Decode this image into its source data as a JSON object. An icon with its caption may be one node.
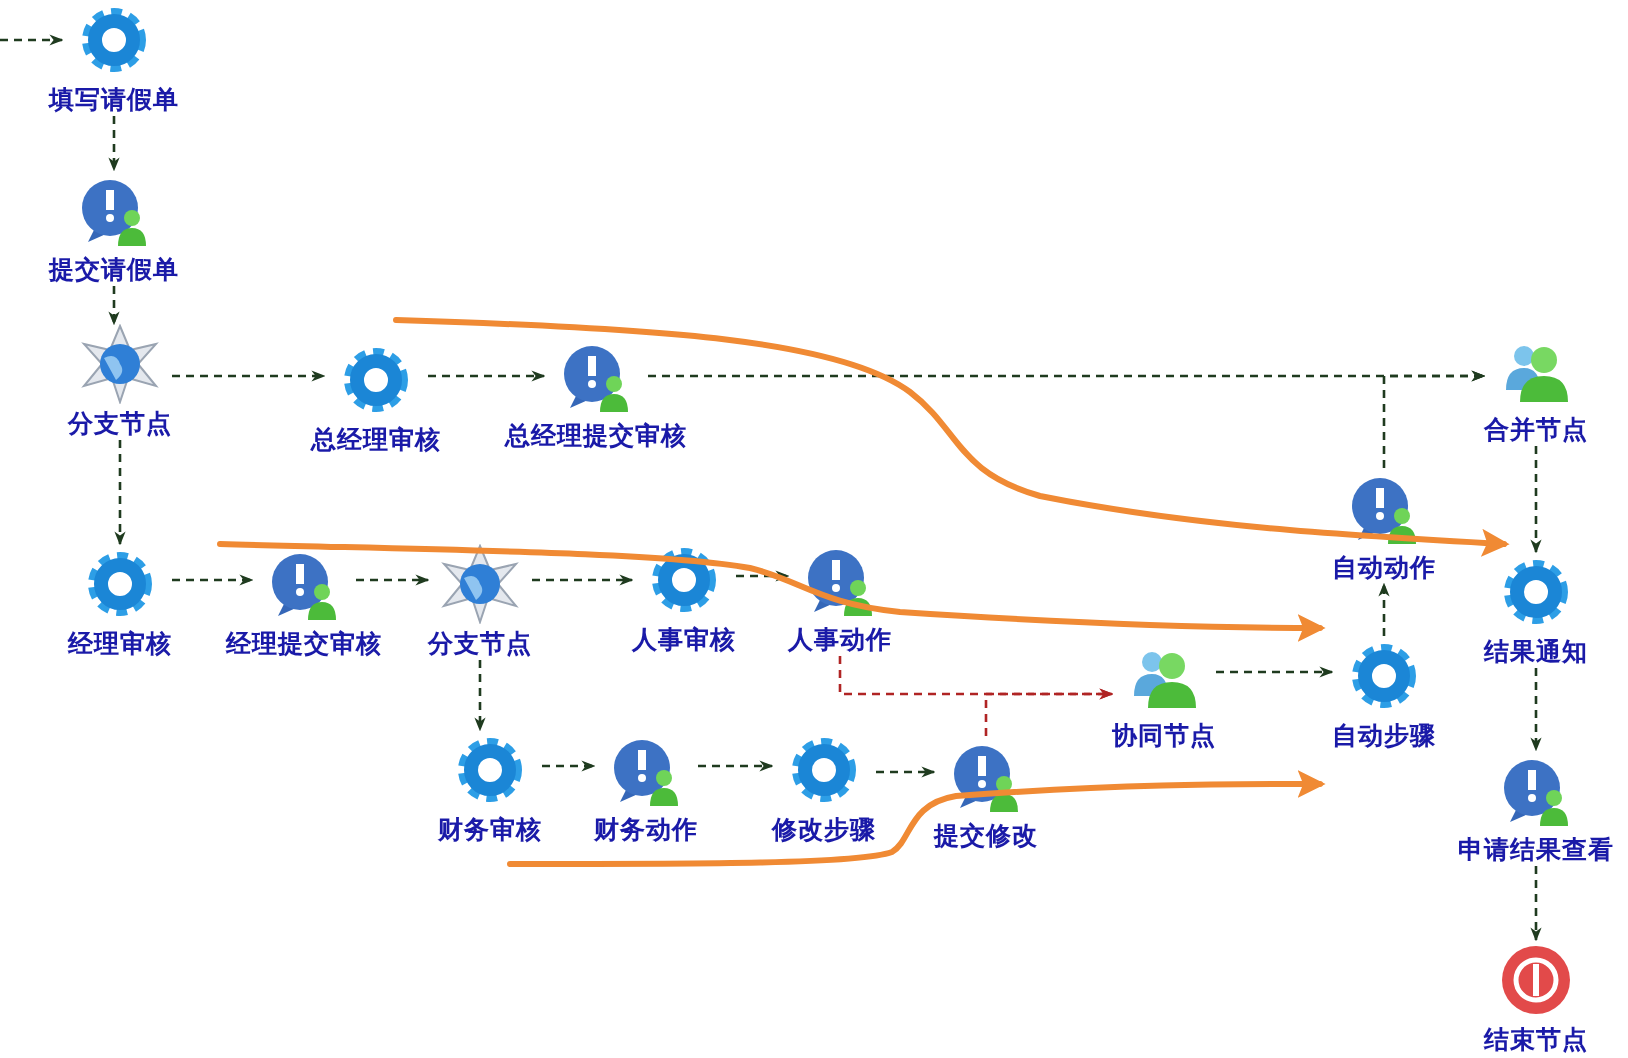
{
  "diagram": {
    "nodes": [
      {
        "text": [
          "填写请假单"
        ]
      },
      {
        "text": [
          "提交请假单"
        ]
      },
      {
        "text": [
          "分支节点"
        ]
      },
      {
        "text": [
          "总经理审核"
        ]
      },
      {
        "text": [
          "总经理提交审核"
        ]
      },
      {
        "text": [
          "合并节点"
        ]
      },
      {
        "text": [
          "经理审核"
        ]
      },
      {
        "text": [
          "经理提交审核"
        ]
      },
      {
        "text": [
          "分支节点"
        ]
      },
      {
        "text": [
          "人事审核"
        ]
      },
      {
        "text": [
          "人事动作"
        ]
      },
      {
        "text": [
          "自动动作"
        ]
      },
      {
        "text": [
          "结果通知"
        ]
      },
      {
        "text": [
          "协同节点"
        ]
      },
      {
        "text": [
          "自动步骤"
        ]
      },
      {
        "text": [
          "财务审核"
        ]
      },
      {
        "text": [
          "财务动作"
        ]
      },
      {
        "text": [
          "修改步骤"
        ]
      },
      {
        "text": [
          "提交修改"
        ]
      },
      {
        "text": [
          "申请结果查看"
        ]
      },
      {
        "text": [
          "结束节点"
        ]
      }
    ],
    "edges": [
      {
        "from": null,
        "to": 0,
        "arrow": "to"
      },
      {
        "from": 0,
        "to": 1,
        "arrow": "to"
      },
      {
        "from": 1,
        "to": 2,
        "arrow": "to"
      },
      {
        "from": 2,
        "to": 3,
        "arrow": "to"
      },
      {
        "from": 3,
        "to": 4,
        "arrow": "to"
      },
      {
        "from": 4,
        "to": 5,
        "arrow": "to"
      },
      {
        "from": 11,
        "to": 5,
        "arrow": "to"
      },
      {
        "from": 2,
        "to": 6,
        "arrow": "to"
      },
      {
        "from": 6,
        "to": 7,
        "arrow": "to"
      },
      {
        "from": 7,
        "to": 8,
        "arrow": "to"
      },
      {
        "from": 8,
        "to": 9,
        "arrow": "to"
      },
      {
        "from": 9,
        "to": 10,
        "arrow": "to"
      },
      {
        "from": 8,
        "to": 15,
        "arrow": "to"
      },
      {
        "from": 15,
        "to": 16,
        "arrow": "to"
      },
      {
        "from": 16,
        "to": 17,
        "arrow": "to"
      },
      {
        "from": 17,
        "to": 18,
        "arrow": "to"
      },
      {
        "from": 10,
        "to": 13,
        "arrow": "to",
        "color": "#b02424"
      },
      {
        "from": 18,
        "to": 13,
        "arrow": "to",
        "color": "#b02424"
      },
      {
        "from": 13,
        "to": 14,
        "arrow": "to"
      },
      {
        "from": 14,
        "to": 11,
        "arrow": "to"
      },
      {
        "from": 5,
        "to": 12,
        "arrow": "to"
      },
      {
        "from": 12,
        "to": 19,
        "arrow": "to"
      },
      {
        "from": 19,
        "to": 20,
        "arrow": "to"
      }
    ]
  }
}
